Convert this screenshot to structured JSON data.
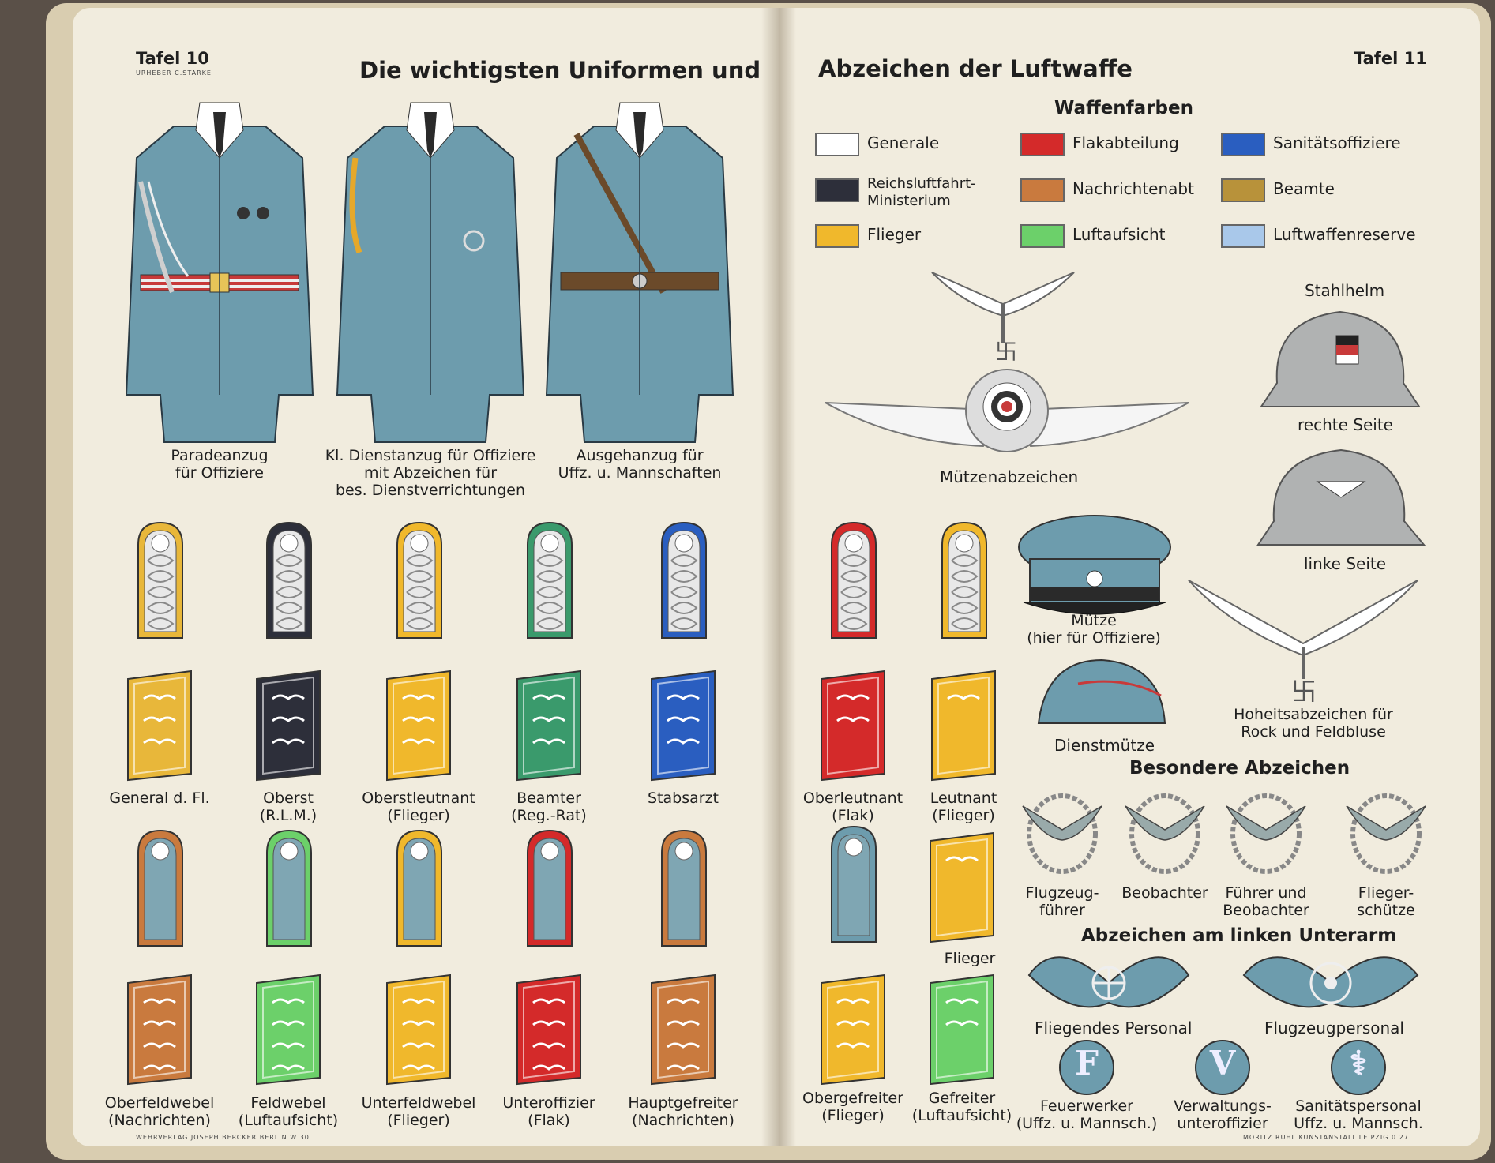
{
  "left_page": {
    "plate": "Tafel 10",
    "credit": "URHEBER C.STARKE",
    "title": "Die wichtigsten Uniformen und",
    "uniforms": [
      {
        "caption": "Paradeanzug\nfür Offiziere"
      },
      {
        "caption": "Kl. Dienstanzug für Offiziere\nmit Abzeichen für\nbes. Dienstverrichtungen"
      },
      {
        "caption": "Ausgehanzug für\nUffz. u. Mannschaften"
      }
    ],
    "ranks_row1": [
      {
        "caption": "General d. Fl.",
        "color": "#e8b73a"
      },
      {
        "caption": "Oberst\n(R.L.M.)",
        "color": "#2d2f3a"
      },
      {
        "caption": "Oberstleutnant\n(Flieger)",
        "color": "#f0b82c"
      },
      {
        "caption": "Beamter\n(Reg.-Rat)",
        "color": "#3a9a6c"
      },
      {
        "caption": "Stabsarzt",
        "color": "#2a5ec0"
      }
    ],
    "ranks_row2": [
      {
        "caption": "Oberfeldwebel\n(Nachrichten)",
        "color": "#c97a3e"
      },
      {
        "caption": "Feldwebel\n(Luftaufsicht)",
        "color": "#6cd06a"
      },
      {
        "caption": "Unterfeldwebel\n(Flieger)",
        "color": "#f0b82c"
      },
      {
        "caption": "Unteroffizier\n(Flak)",
        "color": "#d42a2a"
      },
      {
        "caption": "Hauptgefreiter\n(Nachrichten)",
        "color": "#c97a3e"
      }
    ],
    "publisher": "WEHRVERLAG JOSEPH BERCKER BERLIN W 30"
  },
  "right_page": {
    "plate": "Tafel 11",
    "title": "Abzeichen der Luftwaffe",
    "waffenfarben_heading": "Waffenfarben",
    "waffenfarben": [
      {
        "label": "Generale",
        "color": "#ffffff"
      },
      {
        "label": "Flakabteilung",
        "color": "#d42a2a"
      },
      {
        "label": "Sanitätsoffiziere",
        "color": "#2a5ec0"
      },
      {
        "label": "Reichsluftfahrt-\nMinisterium",
        "color": "#2d2f3a"
      },
      {
        "label": "Nachrichtenabt",
        "color": "#c97a3e"
      },
      {
        "label": "Beamte",
        "color": "#b8923a"
      },
      {
        "label": "Flieger",
        "color": "#f0b82c"
      },
      {
        "label": "Luftaufsicht",
        "color": "#6cd06a"
      },
      {
        "label": "Luftwaffenreserve",
        "color": "#a9c8ea"
      }
    ],
    "muetzenabzeichen": "Mützenabzeichen",
    "stahlhelm": "Stahlhelm",
    "rechte_seite": "rechte Seite",
    "linke_seite": "linke Seite",
    "muetze": "Mütze\n(hier für Offiziere)",
    "dienstmuetze": "Dienstmütze",
    "hoheitsabzeichen": "Hoheitsabzeichen für\nRock und Feldbluse",
    "ranks": [
      {
        "caption": "Oberleutnant\n(Flak)",
        "color": "#d42a2a"
      },
      {
        "caption": "Leutnant\n(Flieger)",
        "color": "#f0b82c"
      },
      {
        "caption": "Flieger",
        "color": "#f0b82c"
      },
      {
        "caption": "Obergefreiter\n(Flieger)",
        "color": "#f0b82c"
      },
      {
        "caption": "Gefreiter\n(Luftaufsicht)",
        "color": "#6cd06a"
      }
    ],
    "besondere_heading": "Besondere Abzeichen",
    "besondere": [
      "Flugzeug-\nführer",
      "Beobachter",
      "Führer und\nBeobachter",
      "Flieger-\nschütze"
    ],
    "unterarm_heading": "Abzeichen am linken Unterarm",
    "unterarm": [
      "Fliegendes Personal",
      "Flugzeugpersonal"
    ],
    "circle_badges": [
      {
        "letter": "F",
        "caption": "Feuerwerker\n(Uffz. u. Mannsch.)"
      },
      {
        "letter": "V",
        "caption": "Verwaltungs-\nunteroffizier"
      },
      {
        "letter": "⚕",
        "caption": "Sanitätspersonal\nUffz. u. Mannsch."
      }
    ],
    "printer": "MORITZ RUHL KUNSTANSTALT LEIPZIG 0.27"
  }
}
